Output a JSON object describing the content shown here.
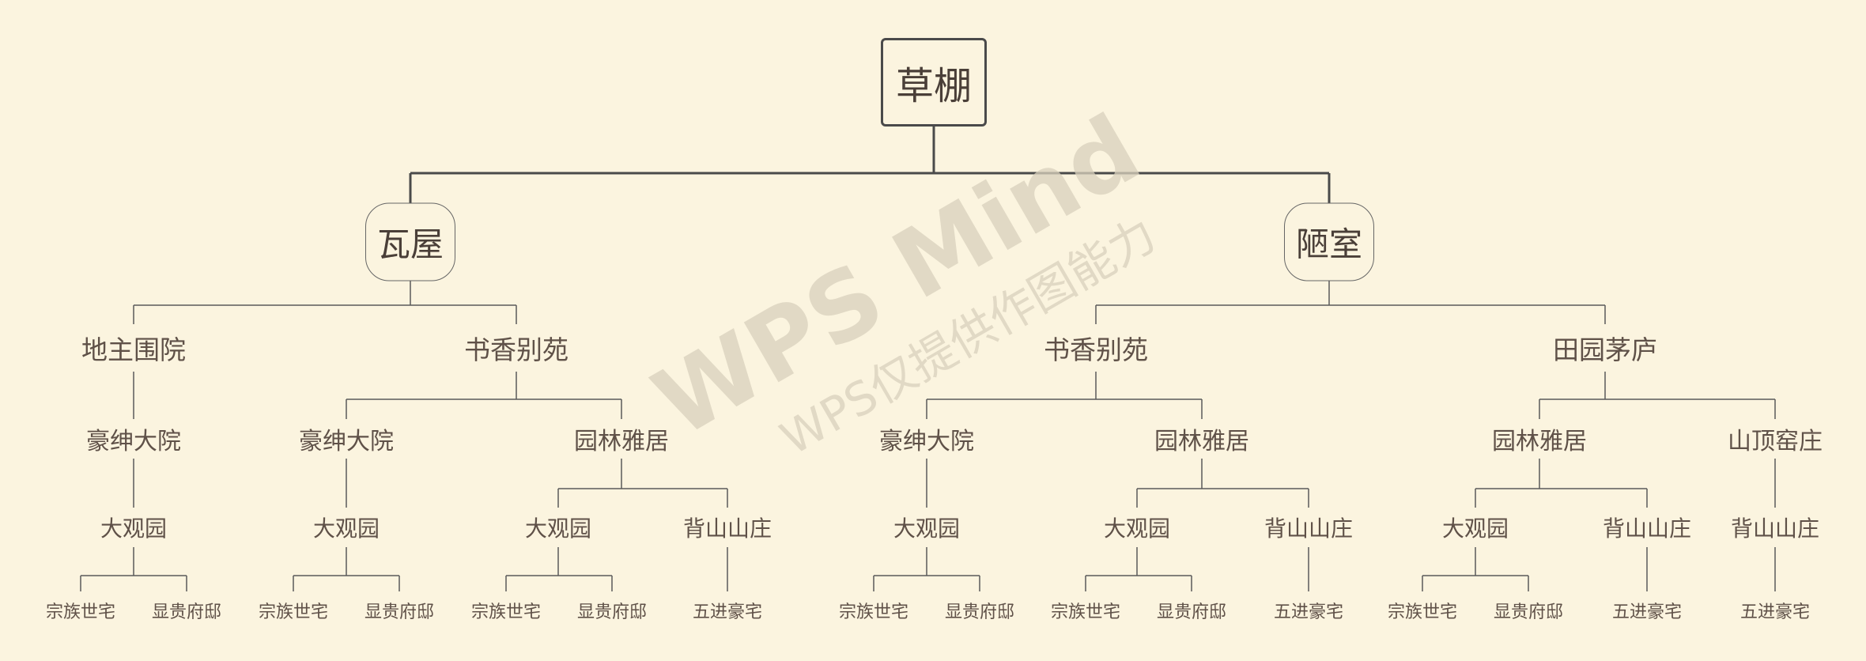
{
  "mindmap": {
    "root": "草棚",
    "branches": [
      {
        "label": "瓦屋",
        "children": [
          {
            "label": "地主围院",
            "children": [
              {
                "label": "豪绅大院",
                "children": [
                  {
                    "label": "大观园",
                    "children": [
                      "宗族世宅",
                      "显贵府邸"
                    ]
                  }
                ]
              }
            ]
          },
          {
            "label": "书香别苑",
            "children": [
              {
                "label": "豪绅大院",
                "children": [
                  {
                    "label": "大观园",
                    "children": [
                      "宗族世宅",
                      "显贵府邸"
                    ]
                  }
                ]
              },
              {
                "label": "园林雅居",
                "children": [
                  {
                    "label": "大观园",
                    "children": [
                      "宗族世宅",
                      "显贵府邸"
                    ]
                  },
                  {
                    "label": "背山山庄",
                    "children": [
                      "五进豪宅"
                    ]
                  }
                ]
              }
            ]
          }
        ]
      },
      {
        "label": "陋室",
        "children": [
          {
            "label": "书香别苑",
            "children": [
              {
                "label": "豪绅大院",
                "children": [
                  {
                    "label": "大观园",
                    "children": [
                      "宗族世宅",
                      "显贵府邸"
                    ]
                  }
                ]
              },
              {
                "label": "园林雅居",
                "children": [
                  {
                    "label": "大观园",
                    "children": [
                      "宗族世宅",
                      "显贵府邸"
                    ]
                  },
                  {
                    "label": "背山山庄",
                    "children": [
                      "五进豪宅"
                    ]
                  }
                ]
              }
            ]
          },
          {
            "label": "田园茅庐",
            "children": [
              {
                "label": "园林雅居",
                "children": [
                  {
                    "label": "大观园",
                    "children": [
                      "宗族世宅",
                      "显贵府邸"
                    ]
                  },
                  {
                    "label": "背山山庄",
                    "children": [
                      "五进豪宅"
                    ]
                  }
                ]
              },
              {
                "label": "山顶窑庄",
                "children": [
                  {
                    "label": "背山山庄",
                    "children": [
                      "五进豪宅"
                    ]
                  }
                ]
              }
            ]
          }
        ]
      }
    ]
  },
  "watermark": {
    "main": "WPS Mind",
    "sub": "WPS仅提供作图能力"
  },
  "colors": {
    "background": "#fbf4df",
    "text": "#5f5148",
    "line": "#555555",
    "watermark": "#d9d1bd"
  }
}
